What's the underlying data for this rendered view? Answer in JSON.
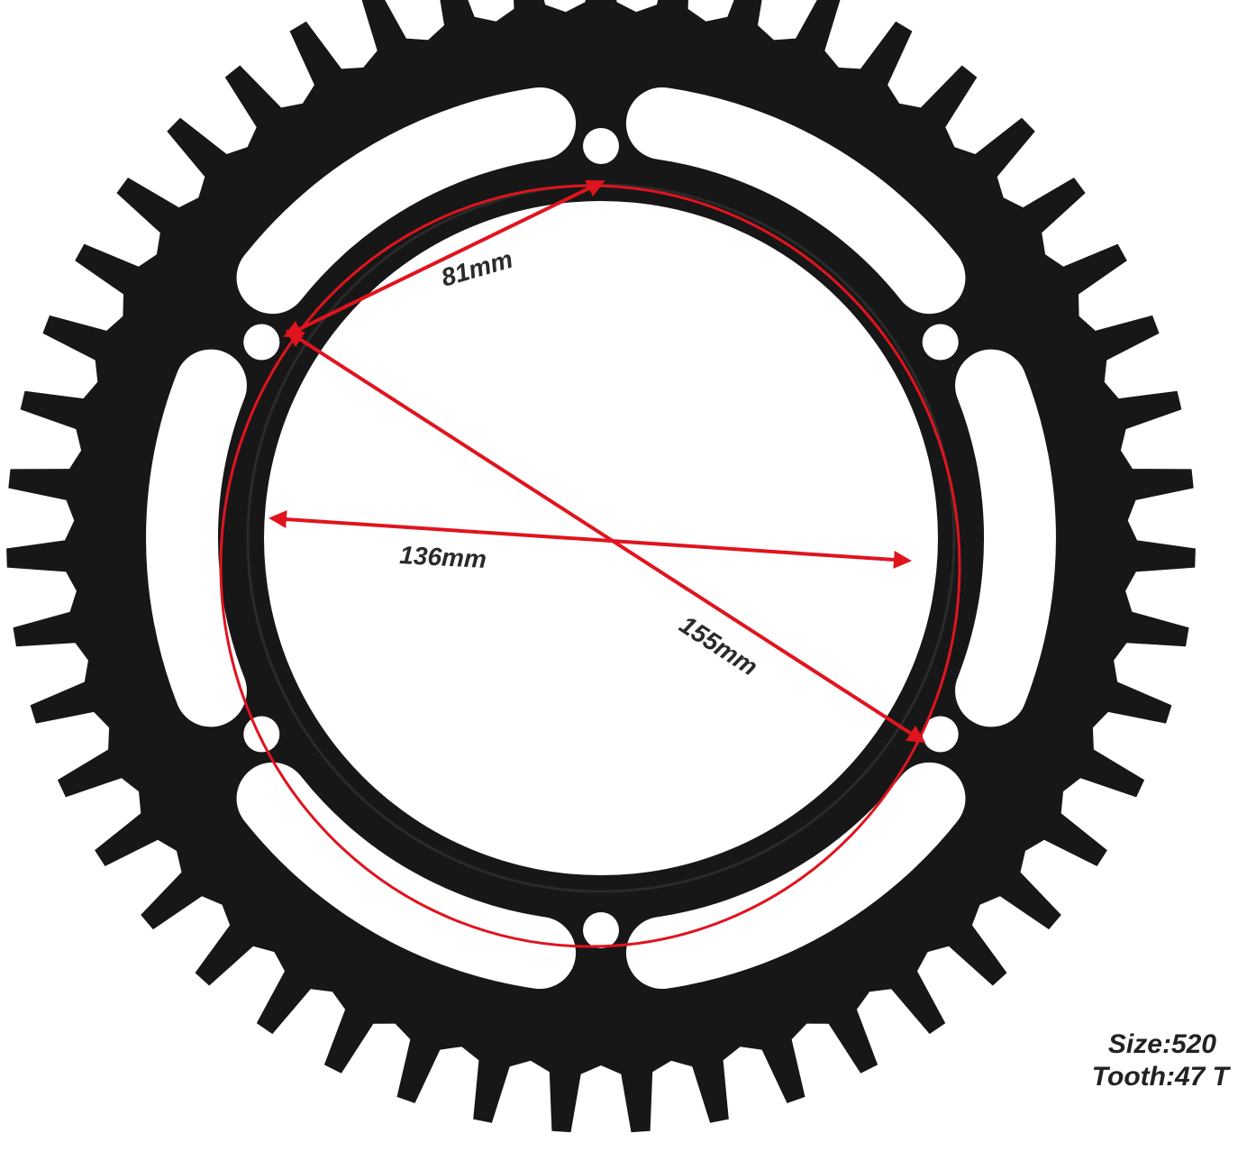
{
  "product": {
    "teeth": 47,
    "bolt_holes": 6,
    "colors": {
      "sprocket": "#171717",
      "annotation": "#e0141e",
      "background": "#ffffff"
    }
  },
  "dimensions": {
    "bolt_spacing": "81mm",
    "inner_diameter": "136mm",
    "bolt_circle": "155mm"
  },
  "specs": {
    "size": "Size:520",
    "tooth": "Tooth:47 T"
  }
}
